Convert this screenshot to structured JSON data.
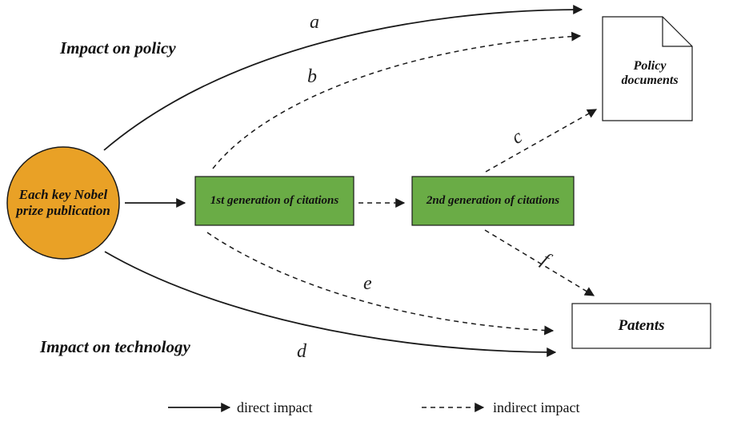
{
  "headings": {
    "policy": "Impact on policy",
    "technology": "Impact on technology"
  },
  "nodes": {
    "nobel": "Each key Nobel prize publication",
    "gen1": "1st generation of citations",
    "gen2": "2nd generation of citations",
    "policy": "Policy documents",
    "patents": "Patents"
  },
  "edges": {
    "a": "a",
    "b": "b",
    "c": "c",
    "d": "d",
    "e": "e",
    "f": "f"
  },
  "legend": {
    "direct": "direct impact",
    "indirect": "indirect impact"
  },
  "colors": {
    "nobel_fill": "#E9A126",
    "citation_fill": "#6AAC46",
    "stroke": "#1a1a1a"
  }
}
